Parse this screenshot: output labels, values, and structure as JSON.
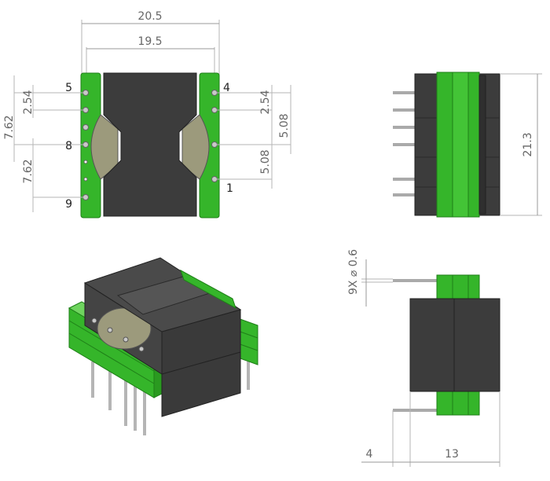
{
  "colors": {
    "bobbin_green": "#35b52a",
    "bobbin_light": "#6fd45f",
    "core_dark": "#3c3c3c",
    "winding_tan": "#9c9a7c",
    "pin_silver": "#c8c8c8",
    "dimension_gray": "#9a9a9a"
  },
  "top_view": {
    "width_overall": "20.5",
    "width_pins": "19.5",
    "pitch_left_top": "2.54",
    "pitch_left_a": "7.62",
    "pitch_left_b": "7.62",
    "pitch_right_top": "2.54",
    "pitch_right_mid": "5.08",
    "pitch_right_b": "5.08",
    "pin_labels": {
      "p5": "5",
      "p8": "8",
      "p9": "9",
      "p4": "4",
      "p1": "1"
    }
  },
  "side_view": {
    "height": "21.3"
  },
  "front_view": {
    "pin_callout": "9X ⌀ 0.6",
    "pin_length": "4",
    "body_depth": "13"
  }
}
